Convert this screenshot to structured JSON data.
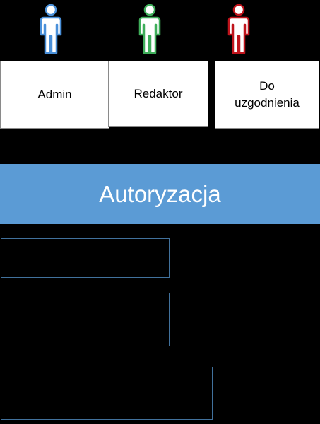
{
  "roles": [
    {
      "label": "Admin",
      "icon": "person-icon",
      "color": "#4a90d9"
    },
    {
      "label": "Redaktor",
      "icon": "person-icon",
      "color": "#3fae5a"
    },
    {
      "label": "Do\nuzgodnienia",
      "icon": "person-icon",
      "color": "#c0141c"
    }
  ],
  "auth": {
    "label": "Autoryzacja",
    "color": "#5b9bd5"
  },
  "outline_color": "#41719c"
}
